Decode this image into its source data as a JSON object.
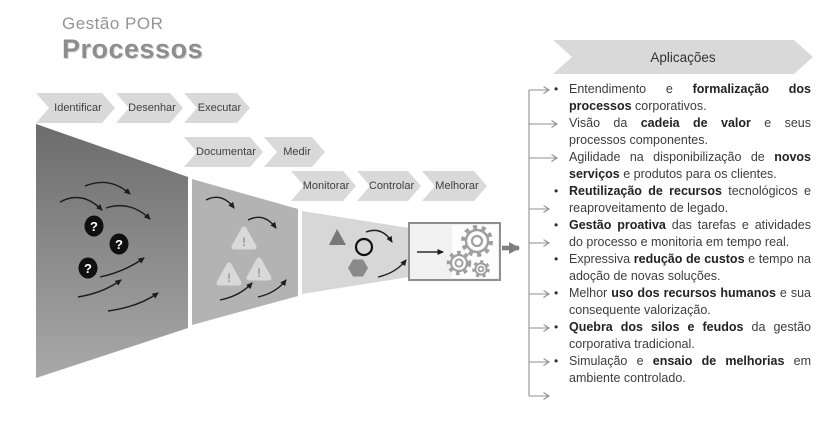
{
  "title": {
    "line1": "Gestão POR",
    "line2": "Processos"
  },
  "funnel": {
    "rows": [
      {
        "stages": [
          "Identificar",
          "Desenhar",
          "Executar"
        ]
      },
      {
        "stages": [
          "Documentar",
          "Medir"
        ]
      },
      {
        "stages": [
          "Monitorar",
          "Controlar",
          "Melhorar"
        ]
      }
    ],
    "icons": {
      "question_mark": "?",
      "exclamation": "!"
    }
  },
  "applications": {
    "header": "Aplicações",
    "items": [
      {
        "marker": "•",
        "segments": [
          {
            "t": "Entendimento e ",
            "b": false
          },
          {
            "t": "formalização dos processos",
            "b": true
          },
          {
            "t": " corporativos.",
            "b": false
          }
        ]
      },
      {
        "marker": "",
        "segments": [
          {
            "t": "Visão da ",
            "b": false
          },
          {
            "t": "cadeia de valor",
            "b": true
          },
          {
            "t": " e seus processos componentes.",
            "b": false
          }
        ]
      },
      {
        "marker": "",
        "segments": [
          {
            "t": "Agilidade na disponibilização de ",
            "b": false
          },
          {
            "t": "novos serviços",
            "b": true
          },
          {
            "t": " e produtos para os clientes.",
            "b": false
          }
        ]
      },
      {
        "marker": "•",
        "segments": [
          {
            "t": "Reutilização de recursos",
            "b": true
          },
          {
            "t": " tecnológicos e reaproveitamento de legado.",
            "b": false
          }
        ]
      },
      {
        "marker": "•",
        "segments": [
          {
            "t": "Gestão proativa",
            "b": true
          },
          {
            "t": " das tarefas e atividades do processo e monitoria em tempo real.",
            "b": false
          }
        ]
      },
      {
        "marker": "•",
        "segments": [
          {
            "t": "Expressiva ",
            "b": false
          },
          {
            "t": "redução de custos",
            "b": true
          },
          {
            "t": " e tempo na adoção de novas soluções.",
            "b": false
          }
        ]
      },
      {
        "marker": "•",
        "segments": [
          {
            "t": "Melhor ",
            "b": false
          },
          {
            "t": "uso dos recursos humanos",
            "b": true
          },
          {
            "t": " e sua consequente valorização.",
            "b": false
          }
        ]
      },
      {
        "marker": "•",
        "segments": [
          {
            "t": "Quebra dos silos e feudos",
            "b": true
          },
          {
            "t": " da gestão corporativa tradicional.",
            "b": false
          }
        ]
      },
      {
        "marker": "•",
        "segments": [
          {
            "t": "Simulação e ",
            "b": false
          },
          {
            "t": "ensaio de melhorias",
            "b": true
          },
          {
            "t": " em ambiente controlado.",
            "b": false
          }
        ]
      }
    ]
  },
  "colors": {
    "chevron_fill": "#d9d9d9",
    "stage1_top": "#6c6c6c",
    "stage1_bottom": "#a9a9a9",
    "stage2": "#b3b3b3",
    "stage3": "#d7d7d7",
    "arrow_dark": "#1c1c1c",
    "arrow_big": "#7e7e7e",
    "bracket": "#8f8f8f",
    "text": "#3d3d3d"
  }
}
